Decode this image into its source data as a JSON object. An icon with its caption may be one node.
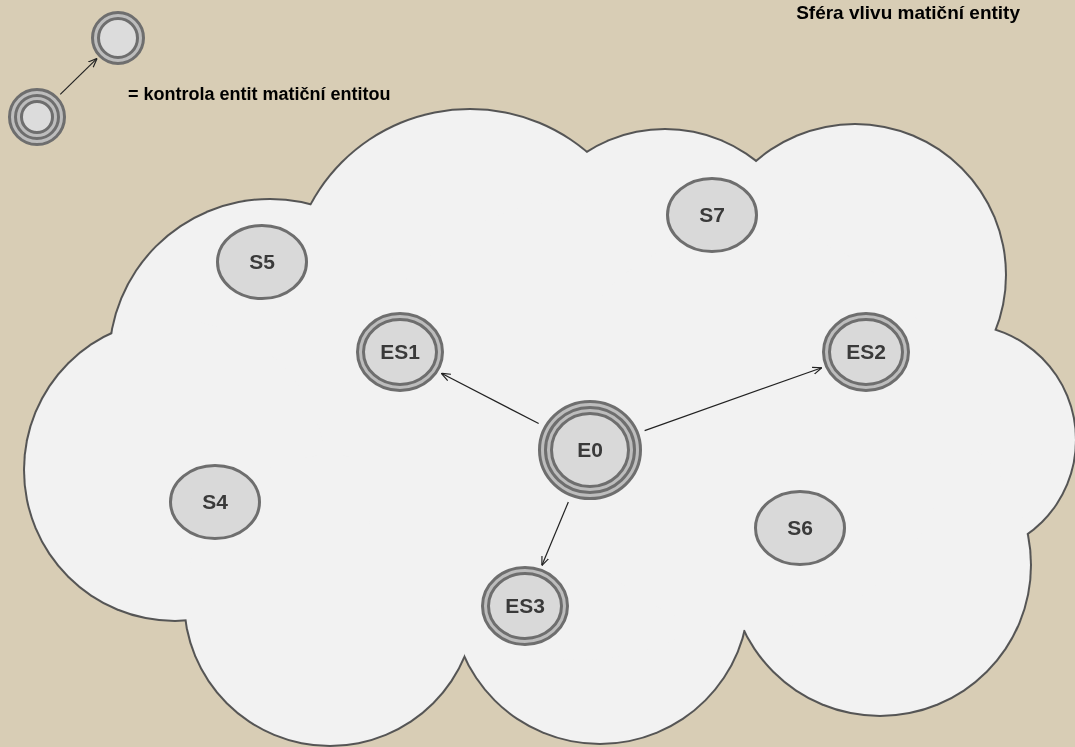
{
  "diagram": {
    "title": "Sféra vlivu matiční entity",
    "nodes": [
      {
        "text": [],
        "shape": "circle"
      },
      {
        "text": [],
        "shape": "circle"
      },
      {
        "text": [],
        "shape": "cloud"
      },
      {
        "text": [
          "S7"
        ],
        "in": 2
      },
      {
        "text": [
          "S5"
        ],
        "in": 2
      },
      {
        "text": [
          "ES1"
        ],
        "in": 2
      },
      {
        "text": [
          "ES2"
        ],
        "in": 2
      },
      {
        "text": [
          "E0"
        ],
        "in": 2
      },
      {
        "text": [
          "S4"
        ],
        "in": 2
      },
      {
        "text": [
          "S6"
        ],
        "in": 2
      },
      {
        "text": [
          "ES3"
        ],
        "in": 2
      }
    ],
    "edges": [
      {
        "from": 1,
        "to": 0,
        "arrow": "to"
      },
      {
        "from": 7,
        "to": 5,
        "arrow": "to"
      },
      {
        "from": 7,
        "to": 6,
        "arrow": "to"
      },
      {
        "from": 7,
        "to": 10,
        "arrow": "to"
      }
    ],
    "labels": [
      "= kontrola entit matiční entitou"
    ]
  }
}
